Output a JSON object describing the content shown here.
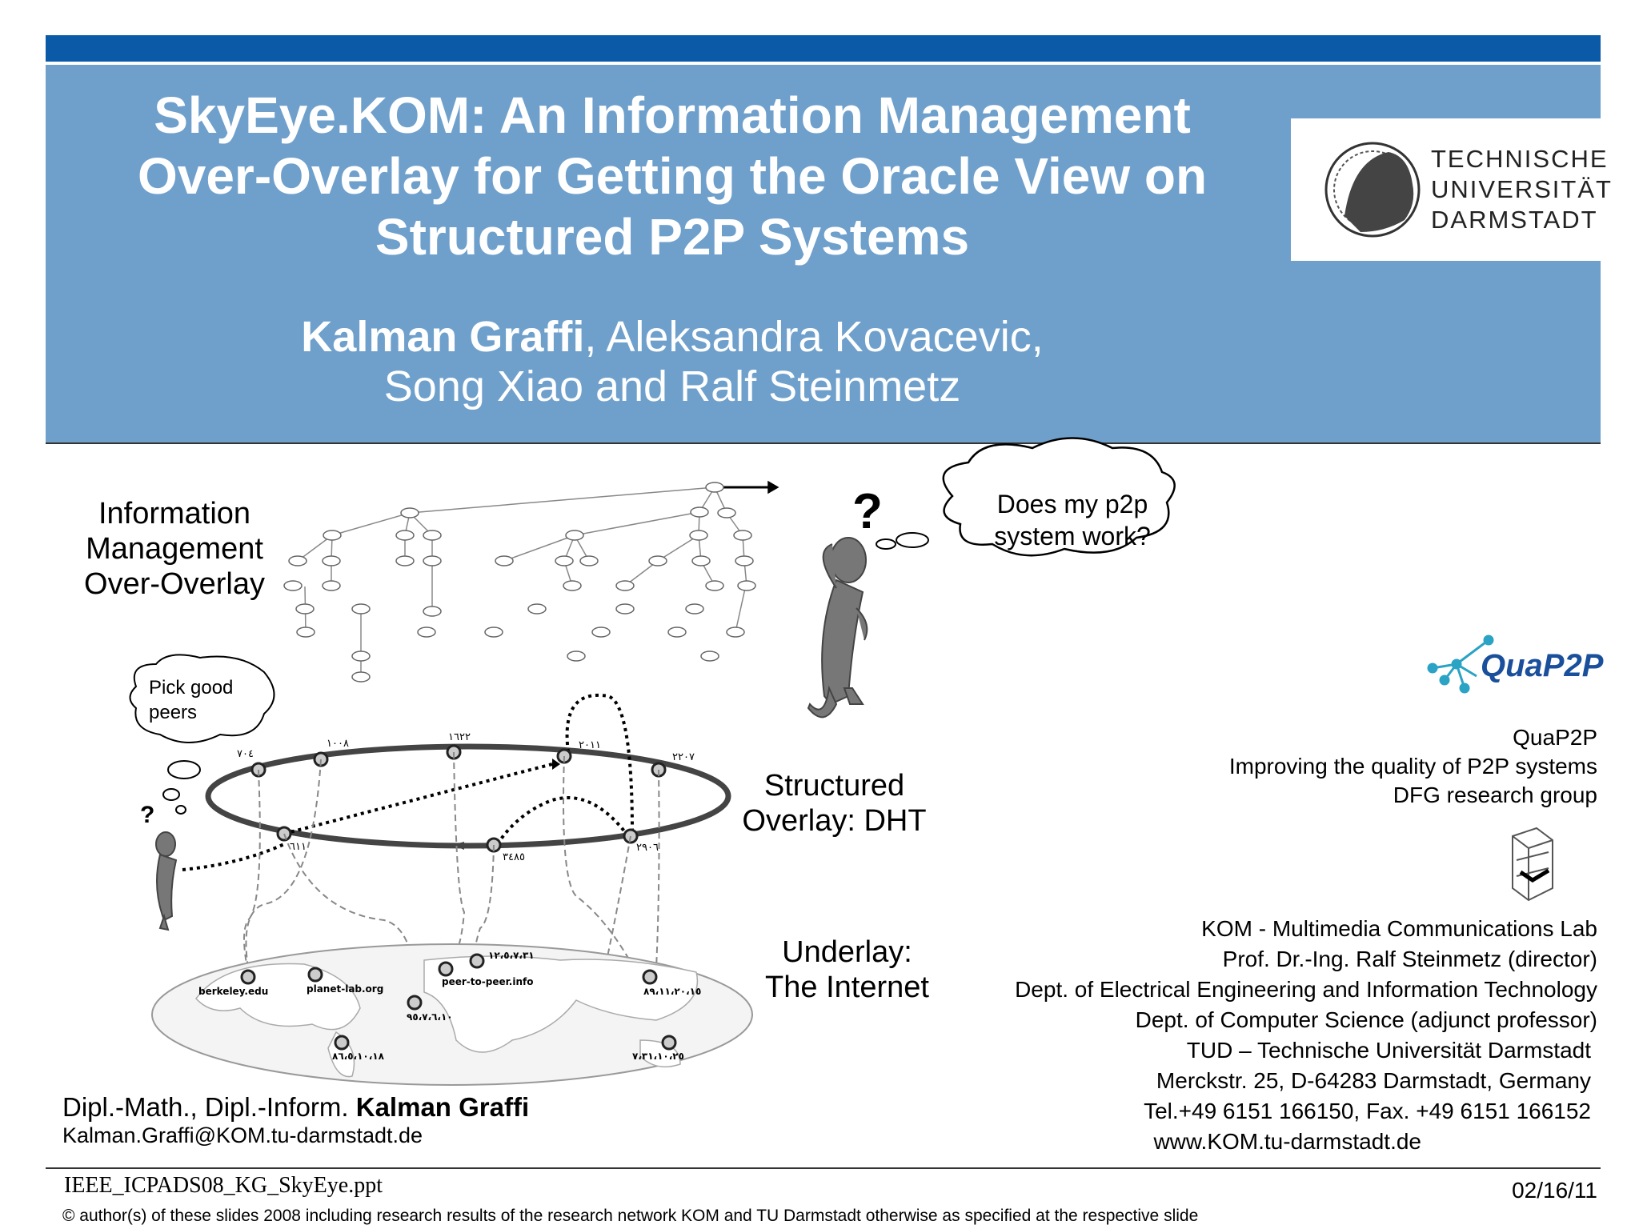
{
  "header": {
    "title_lines": [
      "SkyEye.KOM: An Information Management",
      "Over-Overlay for Getting the Oracle View on",
      "Structured P2P Systems"
    ],
    "presenter_name": "Kalman Graffi",
    "coauthors_line1": ", Aleksandra Kovacevic,",
    "coauthors_line2": "Song Xiao and Ralf Steinmetz"
  },
  "logo": {
    "line1": "TECHNISCHE",
    "line2": "UNIVERSITÄT",
    "line3": "DARMSTADT"
  },
  "diagram": {
    "info_mgmt_label": [
      "Information",
      "Management",
      "Over-Overlay"
    ],
    "thought_question": "Does my p2p system work?",
    "thought_pick": "Pick good peers",
    "structured_label": [
      "Structured",
      "Overlay: DHT"
    ],
    "underlay_label": [
      "Underlay:",
      "The Internet"
    ],
    "ring_labels": [
      "٧٠٤",
      "١٠٠٨",
      "١٦٢٢",
      "٢٠١١",
      "٢٢٠٧",
      "٢٩٠٦",
      "٣٤٨٥",
      "٦١١"
    ],
    "map_labels": [
      "berkeley.edu",
      "planet-lab.org",
      "peer-to-peer.info",
      "١٢،٥،٧،٣١",
      "٨٩،١١،٢٠،١٥",
      "٩٥،٧،٦،١٠",
      "٨٦،٥،١٠،١٨",
      "٧،٣١،١٠،٢٥"
    ]
  },
  "quap2p": {
    "logo_text": "QuaP2P",
    "line1": "QuaP2P",
    "line2": "Improving the quality of P2P systems",
    "line3": "DFG research  group"
  },
  "kom": {
    "lines": [
      "KOM - Multimedia Communications Lab",
      "Prof. Dr.-Ing. Ralf Steinmetz (director)",
      "Dept. of Electrical Engineering and Information Technology",
      "Dept. of Computer Science (adjunct professor)",
      "TUD – Technische Universität Darmstadt",
      "Merckstr. 25, D-64283 Darmstadt, Germany",
      "Tel.+49 6151 166150, Fax. +49 6151 166152",
      "www.KOM.tu-darmstadt.de"
    ]
  },
  "presenter": {
    "prefix": "Dipl.-Math., Dipl.-Inform. ",
    "name": "Kalman Graffi",
    "email": "Kalman.Graffi@KOM.tu-darmstadt.de"
  },
  "footer": {
    "filename": "IEEE_ICPADS08_KG_SkyEye.ppt",
    "date": "02/16/11",
    "copyright": "© author(s) of these slides 2008 including research results of the research network KOM  and TU Darmstadt otherwise as specified at the respective slide"
  },
  "colors": {
    "topbar": "#0b5aa8",
    "header": "#6fa0cc",
    "quap2p": "#1a4f9c"
  }
}
